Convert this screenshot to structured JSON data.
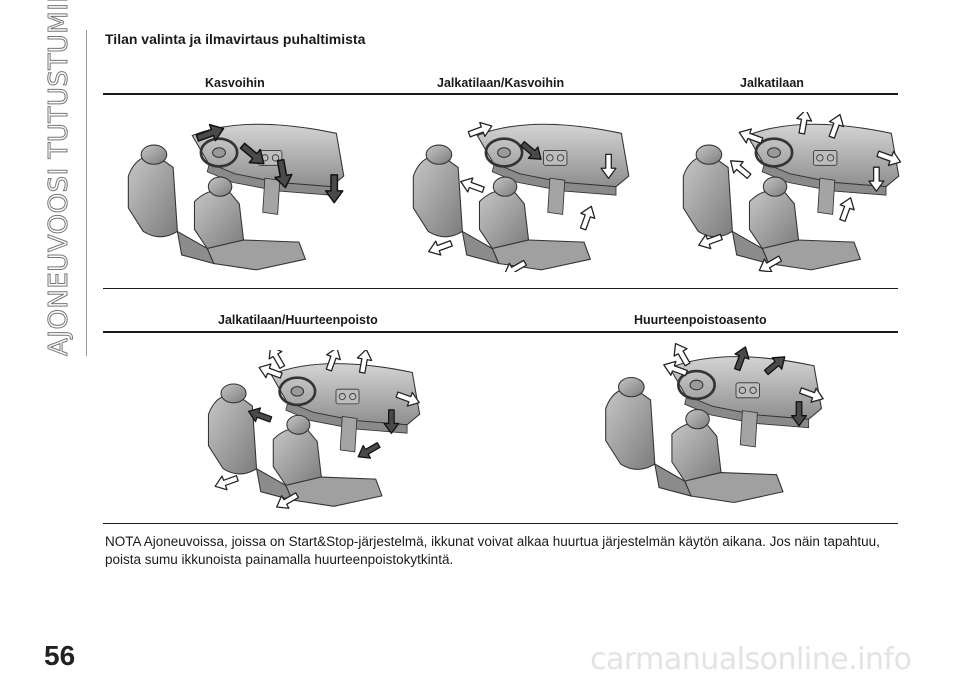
{
  "sidebar_title": "AJONEUVOOSI TUTUSTUMINEN",
  "section_title": "Tilan valinta ja ilmavirtaus puhaltimista",
  "top_row_headings": [
    "Kasvoihin",
    "Jalkatilaan/Kasvoihin",
    "Jalkatilaan"
  ],
  "bottom_row_headings": [
    "Jalkatilaan/Huurteenpoisto",
    "Huurteenpoistoasento"
  ],
  "note": "NOTA Ajoneuvoissa, joissa on Start&Stop-järjestelmä, ikkunat voivat alkaa huurtua järjestelmän käytön aikana. Jos näin tapahtuu, poista sumu ikkunoista painamalla huurteenpoistokytkintä.",
  "page_number": "56",
  "watermark": "carmanualsonline.info",
  "figures": [
    {
      "name": "Kasvoihin",
      "arrow_style": "dark"
    },
    {
      "name": "Jalkatilaan/Kasvoihin",
      "arrow_style": "mixed"
    },
    {
      "name": "Jalkatilaan",
      "arrow_style": "light"
    },
    {
      "name": "Jalkatilaan/Huurteenpoisto",
      "arrow_style": "mixed"
    },
    {
      "name": "Huurteenpoistoasento",
      "arrow_style": "dark"
    }
  ]
}
